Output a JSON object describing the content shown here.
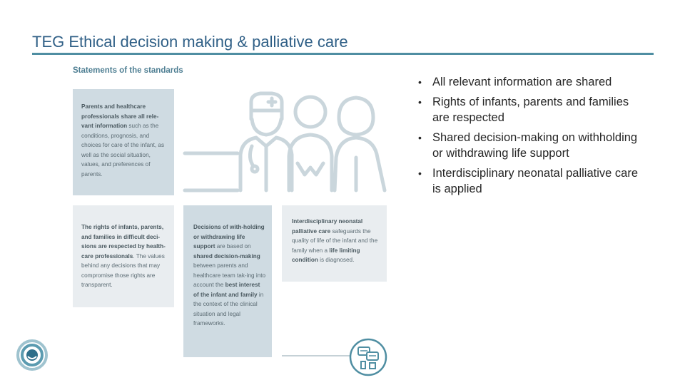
{
  "header": {
    "title": "TEG Ethical decision making & palliative care"
  },
  "standards": {
    "heading": "Statements of the standards",
    "box1": {
      "t1": "Parents and healthcare professionals share all rele-vant information",
      "t2": " such as the conditions, prognosis, and choices for care of the infant, as well as the social situation, values, and preferences of parents."
    },
    "box2": {
      "t1": "The rights of infants, parents, and families in difficult deci-sions are respected by health-care professionals",
      "t2": ". The values behind any decisions that may compromise those rights are transparent."
    },
    "box3": {
      "t1": "Decisions of with-holding or withdrawing life support",
      "t2": " are based on ",
      "t3": "shared decision-making",
      "t4": " between parents and healthcare team tak-ing into account the ",
      "t5": "best interest of the infant and family",
      "t6": " in the context of the clinical situation and legal frameworks."
    },
    "box4": {
      "t1": "Interdisciplinary neonatal palliative care",
      "t2": " safeguards the quality of life of the infant and the family when a ",
      "t3": "life limiting condition",
      "t4": " is diagnosed."
    }
  },
  "bullets": [
    "All relevant information are shared",
    "Rights of infants, parents and families are respected",
    "Shared decision-making on withholding or withdrawing life support",
    "Interdisciplinary neonatal palliative care is applied"
  ],
  "bullet_symbol": "•",
  "colors": {
    "title": "#2f5f86",
    "rule": "#4f8ea2",
    "box_blue": "#cfdbe2",
    "box_grey": "#e9edf0",
    "illustration": "#cad6dc"
  },
  "icons": [
    "doctor-icon",
    "parents-icon",
    "decision-icon",
    "logo-icon"
  ]
}
